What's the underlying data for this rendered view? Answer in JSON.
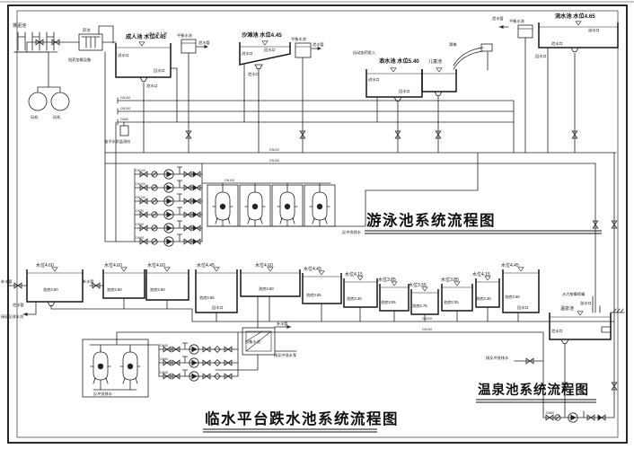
{
  "colors": {
    "line": "#232323",
    "paper": "#ffffff"
  },
  "titles": {
    "swimming": "游泳池系统流程图",
    "cascade": "临水平台跌水池系统流程图",
    "hotspring": "温泉池系统流程图"
  },
  "top_pools": {
    "adult": "成人池 水位4.45",
    "beach": "沙滩池 水位4.45",
    "wave": "浪水池 水位5.40",
    "children": "儿童池",
    "flow": "流水池 水位4.65"
  },
  "hotspring_pool": "温泉池",
  "ports": {
    "inlet": "进水口",
    "outlet": "回水口",
    "drain": "泄水口",
    "overflow": "溢水口"
  },
  "labels": {
    "sludge_pool": "排泥池",
    "dosing_tank": "药池",
    "dosing_equipment": "投药加氯设备",
    "fan": "风机",
    "monitor": "电子水质监测仪",
    "balance_tank": "平衡水池",
    "drain_pipe": "泄水管",
    "makeup_pipe": "补水管",
    "enter_adult": "进入成人池",
    "auto_dosing": "自动加药投入",
    "slide": "滑梯",
    "to_drain_ditch": "接园区排水沟",
    "backwash_drain": "反冲洗排水",
    "to_backwash_pump": "接反冲洗水泵",
    "backwash_outlet": "接反冲洗排水",
    "balance_box": "均衡水池",
    "massage_nozzle": "水力按摩喷嘴"
  },
  "cascade_pools": [
    {
      "level": "水位4.60",
      "bottom": "池底3.80"
    },
    {
      "level": "水位4.60",
      "bottom": "池底3.80"
    },
    {
      "level": "水位4.60",
      "bottom": "池底3.80"
    },
    {
      "level": "水位4.45",
      "bottom": "池底3.65"
    },
    {
      "level": "水位4.60",
      "bottom": "池底3.80"
    },
    {
      "level": "水位4.45",
      "bottom": "池底3.65"
    },
    {
      "level": "水位4.15",
      "bottom": "池底3.35"
    },
    {
      "level": "水位3.85",
      "bottom": "池底3.05"
    },
    {
      "level": "水位3.55",
      "bottom": "池底2.75"
    },
    {
      "level": "水位3.85",
      "bottom": "池底3.05"
    },
    {
      "level": "水位4.15",
      "bottom": "池底3.35"
    },
    {
      "level": "水位4.45",
      "bottom": "池底3.65"
    }
  ],
  "pipe_labels": {
    "dn200": "DN200",
    "dn150": "DN150",
    "dn100": "DN100",
    "dn80": "DN80",
    "dn65": "DN65",
    "dn50": "DN50"
  }
}
